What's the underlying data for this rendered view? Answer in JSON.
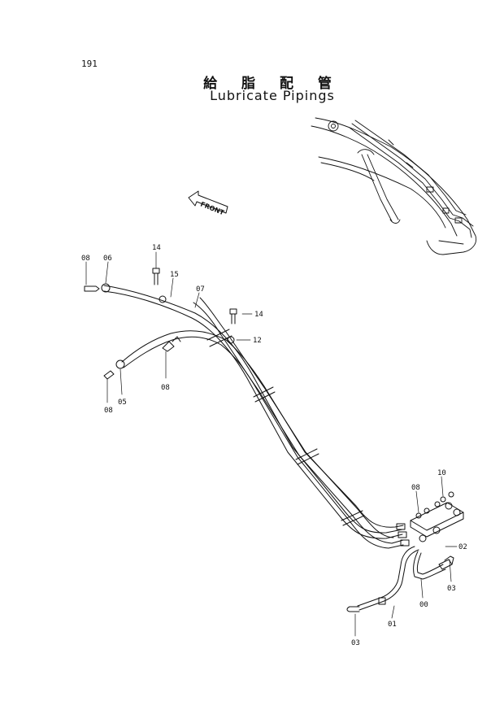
{
  "page": {
    "number": "191",
    "title_jp": "給 脂 配 管",
    "title_en": "Lubricate Pipings",
    "front_label": "FRONT"
  },
  "callouts": [
    {
      "id": "c08a",
      "label": "08"
    },
    {
      "id": "c06",
      "label": "06"
    },
    {
      "id": "c14a",
      "label": "14"
    },
    {
      "id": "c15",
      "label": "15"
    },
    {
      "id": "c07",
      "label": "07"
    },
    {
      "id": "c14b",
      "label": "14"
    },
    {
      "id": "c12",
      "label": "12"
    },
    {
      "id": "c08b",
      "label": "08"
    },
    {
      "id": "c05",
      "label": "05"
    },
    {
      "id": "c08c",
      "label": "08"
    },
    {
      "id": "c10",
      "label": "10"
    },
    {
      "id": "c08d",
      "label": "08"
    },
    {
      "id": "c02",
      "label": "02"
    },
    {
      "id": "c03a",
      "label": "03"
    },
    {
      "id": "c00",
      "label": "00"
    },
    {
      "id": "c01",
      "label": "01"
    },
    {
      "id": "c03b",
      "label": "03"
    }
  ]
}
